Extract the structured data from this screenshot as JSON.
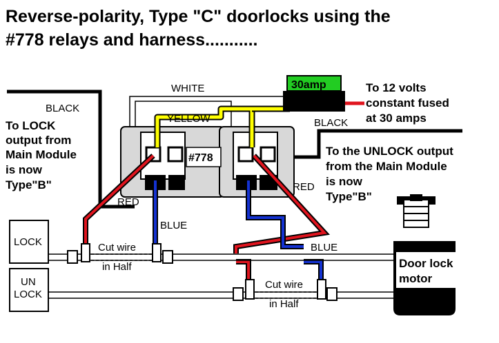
{
  "title": {
    "line1": "Reverse-polarity, Type \"C\" doorlocks using the",
    "line2": "#778 relays and harness..........."
  },
  "labels": {
    "white": "WHITE",
    "yellow": "YELLOW",
    "black_left": "BLACK",
    "black_right": "BLACK",
    "red_left": "RED",
    "red_right": "RED",
    "blue_left": "BLUE",
    "blue_right": "BLUE",
    "relay": "#778",
    "fuse": "30amp",
    "to12v": [
      "To 12 volts",
      "constant fused",
      "at 30 amps"
    ],
    "lock_output": [
      "To LOCK",
      "output from",
      "Main Module",
      "is now",
      "Type\"B\""
    ],
    "unlock_output": [
      "To the UNLOCK output",
      "from the Main Module",
      "is now",
      "Type\"B\""
    ],
    "cut1": [
      "Cut wire",
      "in Half"
    ],
    "cut2": [
      "Cut wire",
      "in Half"
    ],
    "lock_box": "LOCK",
    "unlock_box": [
      "UN",
      "LOCK"
    ],
    "motor": [
      "Door lock",
      "motor"
    ]
  },
  "colors": {
    "red": "#e0141e",
    "blue": "#1432d2",
    "yellow": "#ffff00",
    "fuse_green": "#22cc22",
    "gray": "#d8d8d8",
    "black": "#000000"
  }
}
